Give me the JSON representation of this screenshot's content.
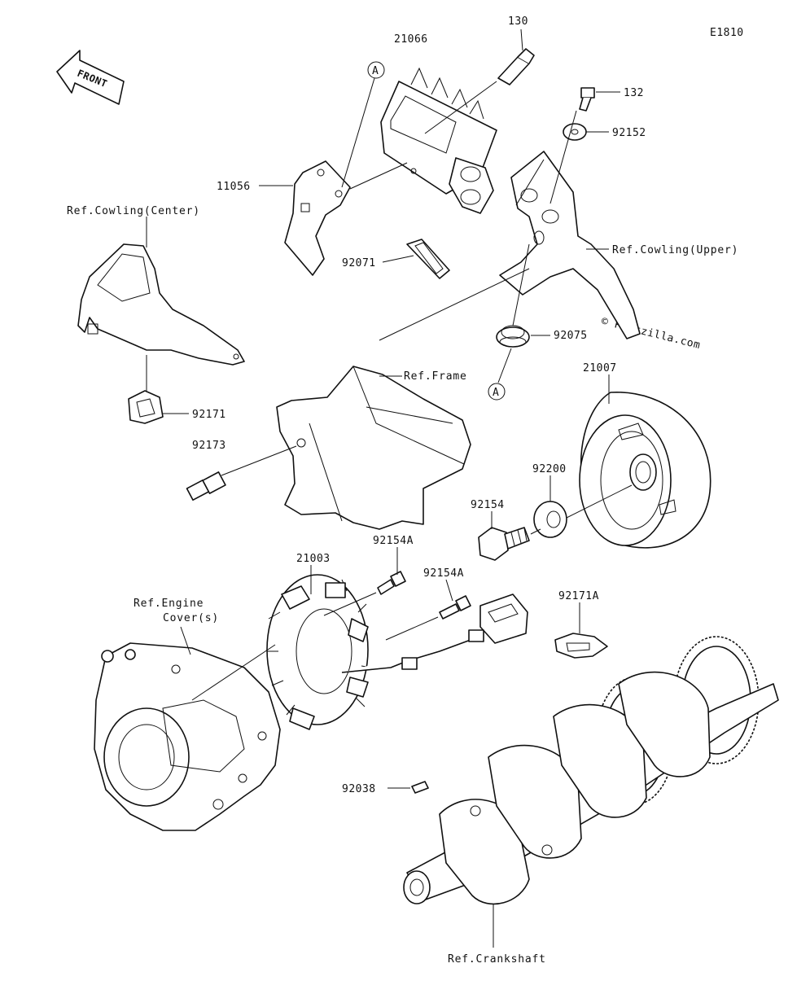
{
  "diagram": {
    "code": "E1810",
    "front_label": "FRONT",
    "watermark": "© Partzilla.com",
    "callout_letter": "A",
    "parts": {
      "p130": "130",
      "p21066": "21066",
      "p132": "132",
      "p92152": "92152",
      "p11056": "11056",
      "p92071": "92071",
      "p92075": "92075",
      "p92171": "92171",
      "p92173": "92173",
      "p21007": "21007",
      "p92200": "92200",
      "p92154": "92154",
      "p92154A_1": "92154A",
      "p92154A_2": "92154A",
      "p21003": "21003",
      "p92171A": "92171A",
      "p92038": "92038"
    },
    "refs": {
      "cowling_center": "Ref.Cowling(Center)",
      "cowling_upper": "Ref.Cowling(Upper)",
      "frame": "Ref.Frame",
      "engine_cover_1": "Ref.Engine",
      "engine_cover_2": "Cover(s)",
      "crankshaft": "Ref.Crankshaft"
    }
  }
}
